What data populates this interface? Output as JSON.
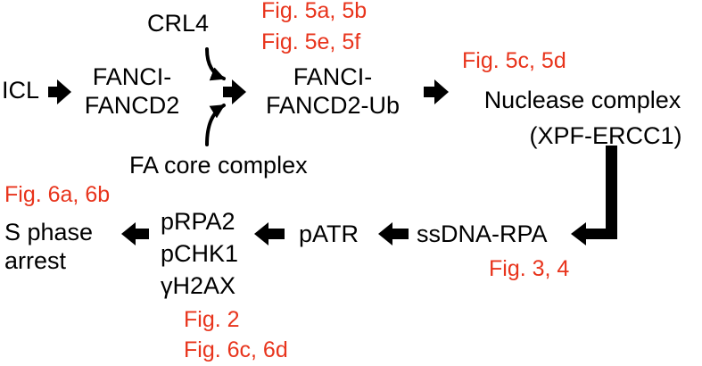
{
  "nodes": {
    "icl": "ICL",
    "crl4": "CRL4",
    "fanci_fancd2": [
      "FANCI-",
      "FANCD2"
    ],
    "fa_core": "FA core complex",
    "fanci_fancd2_ub": [
      "FANCI-",
      "FANCD2-Ub"
    ],
    "nuclease": [
      "Nuclease complex",
      "(XPF-ERCC1)"
    ],
    "ssdna_rpa": "ssDNA-RPA",
    "patr": "pATR",
    "markers": [
      "pRPA2",
      "pCHK1",
      "γH2AX"
    ],
    "s_phase": [
      "S phase",
      "arrest"
    ]
  },
  "figure_refs": {
    "ub": [
      "Fig. 5a, 5b",
      "Fig. 5e, 5f"
    ],
    "nuclease": "Fig. 5c, 5d",
    "ssdna": "Fig. 3, 4",
    "markers": [
      "Fig. 2",
      "Fig. 6c, 6d"
    ],
    "s_phase": "Fig. 6a, 6b"
  },
  "colors": {
    "text": "#000000",
    "figure_ref": "#e8341c",
    "arrow": "#000000",
    "background": "#ffffff"
  }
}
